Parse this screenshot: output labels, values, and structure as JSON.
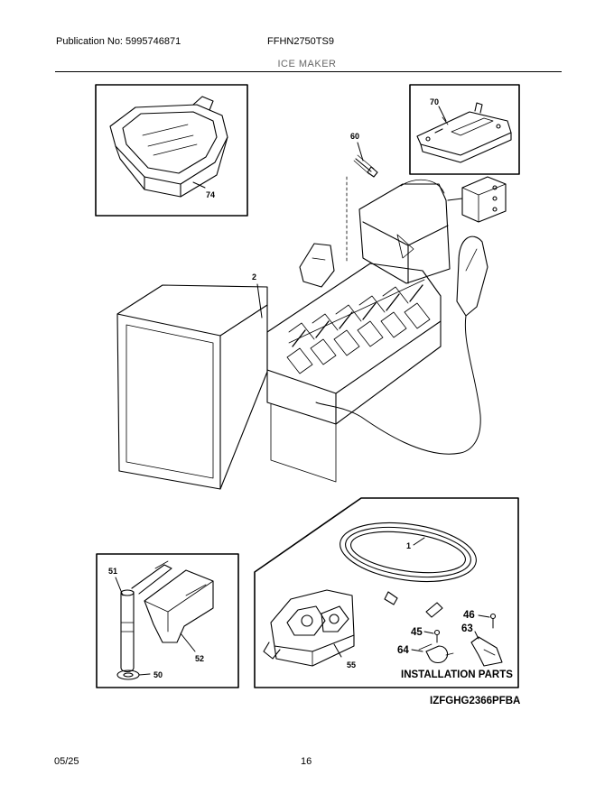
{
  "header": {
    "publication": "Publication No: 5995746871",
    "model": "FFHN2750TS9",
    "section_title": "ICE MAKER"
  },
  "footer": {
    "date": "05/25",
    "page": "16"
  },
  "diagram": {
    "callouts": {
      "p74": "74",
      "p70": "70",
      "p60": "60",
      "p2": "2",
      "p1": "1",
      "p51": "51",
      "p52": "52",
      "p50": "50",
      "p55": "55",
      "p46": "46",
      "p45": "45",
      "p63": "63",
      "p64": "64"
    },
    "installation_parts_label": "INSTALLATION PARTS",
    "figure_code": "IZFGHG2366PFBA"
  }
}
